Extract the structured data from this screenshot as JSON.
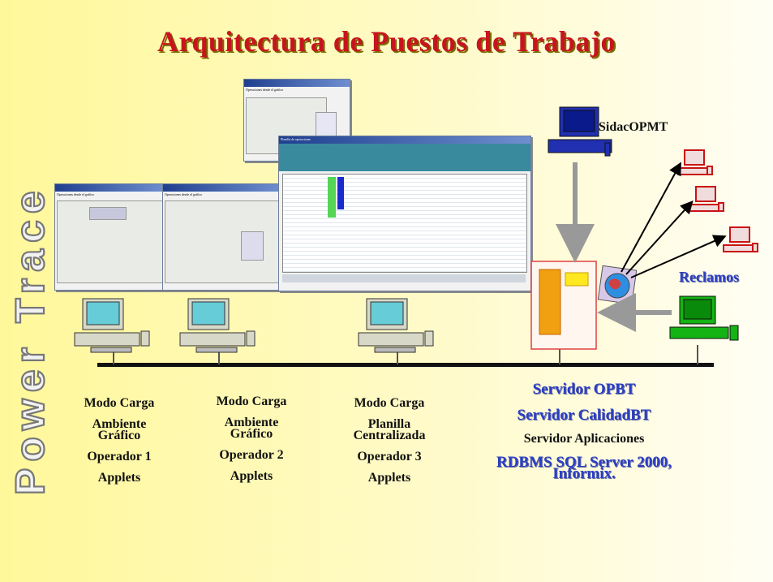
{
  "title": "Arquitectura de Puestos de Trabajo",
  "vertical_text": "Power Trace",
  "workstations": [
    {
      "lines": [
        "Modo Carga",
        "Ambiente",
        "Gráfico",
        "Operador 1",
        "Applets"
      ]
    },
    {
      "lines": [
        "Modo Carga",
        "Ambiente",
        "Gráfico",
        "Operador 2",
        "Applets"
      ]
    },
    {
      "lines": [
        "Modo Carga",
        "Planilla",
        "Centralizada",
        "Operador 3",
        "Applets"
      ]
    }
  ],
  "server": {
    "line1": "Servidor OPBT",
    "line2": "Servidor CalidadBT",
    "line3": "Servidor Aplicaciones",
    "line4": "RDBMS SQL Server 2000,",
    "line5": "Informix."
  },
  "sidac_label": "SidacOPMT",
  "reclamos_label": "Reclamos",
  "screenshot_titles": {
    "main": "Planilla de operaciones",
    "left": "Operaciones desde el gráfico",
    "mid": "Operaciones desde el gráfico",
    "top": "Operaciones desde el gráfico"
  },
  "colors": {
    "title": "#c8141e",
    "server_text": "#2a3ec4",
    "reclamos_pc": "#14b414",
    "sidac_pc": "#2030b0",
    "remote_pc": "#c81414"
  }
}
